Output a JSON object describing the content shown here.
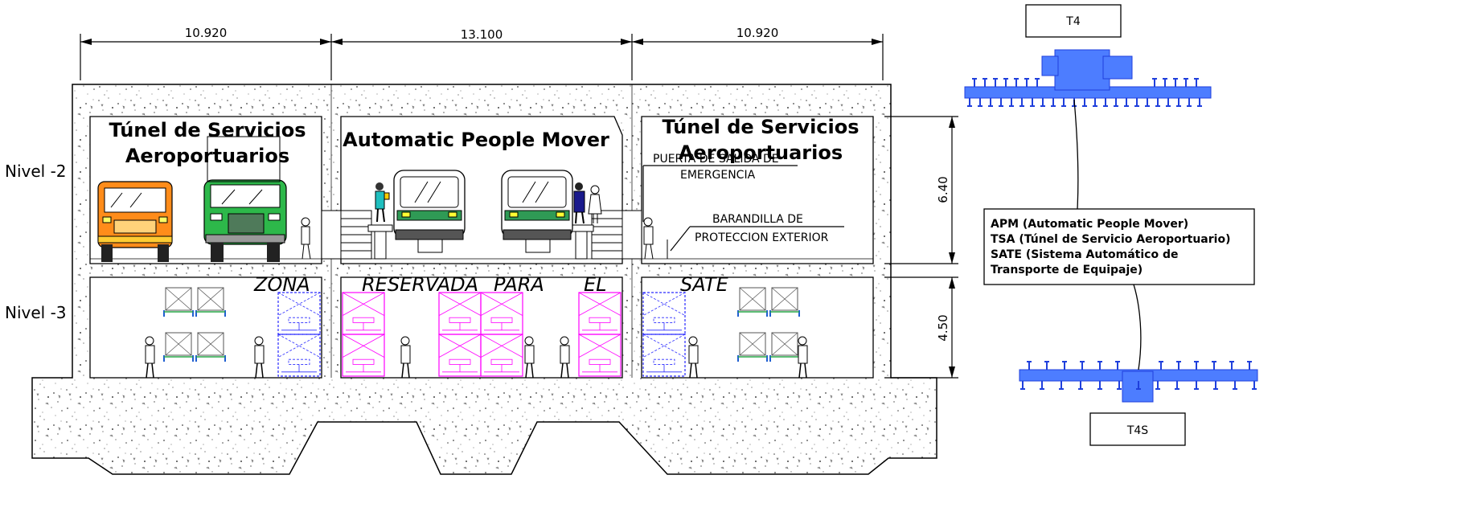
{
  "dimensions": {
    "left": "10.920",
    "center": "13.100",
    "right": "10.920",
    "height_upper": "6.40",
    "height_lower": "4.50"
  },
  "levels": {
    "upper": "Nivel -2",
    "lower": "Nivel -3"
  },
  "tunnels": {
    "left_title_line1": "Túnel de Servicios",
    "left_title_line2": "Aeroportuarios",
    "center_title": "Automatic People Mover",
    "right_title_line1": "Túnel de Servicios",
    "right_title_line2": "Aeroportuarios"
  },
  "annotations": {
    "exit_line1": "PUERTA DE SALIDA DE",
    "exit_line2": "EMERGENCIA",
    "rail_line1": "BARANDILLA DE",
    "rail_line2": "PROTECCION EXTERIOR"
  },
  "zone_words": [
    "ZONA",
    "RESERVADA",
    "PARA",
    "EL",
    "SATE"
  ],
  "legend": {
    "line1": "APM (Automatic People Mover)",
    "line2": "TSA (Túnel de Servicio Aeroportuario)",
    "line3": "SATE (Sistema Automático de",
    "line4": "Transporte de Equipaje)"
  },
  "terminals": {
    "top": "T4",
    "bottom": "T4S"
  },
  "colors": {
    "concrete": "#ffffff",
    "baggage_magenta": "#ff00ff",
    "baggage_blue": "#2a2aff",
    "terminal_blue": "#4d7dff",
    "truck_orange": "#ff8c1a",
    "truck_green": "#2db84a",
    "train_green": "#2f9a55"
  }
}
